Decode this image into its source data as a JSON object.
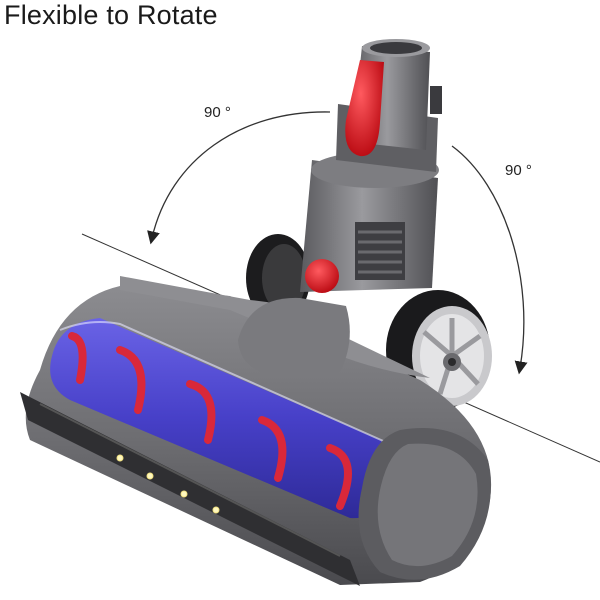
{
  "title": "Flexible to Rotate",
  "angles": {
    "left": "90 °",
    "right": "90 °"
  },
  "colors": {
    "body_gray": "#6f6f72",
    "roller_blue": "#4b46c9",
    "accent_red": "#e0121b",
    "bristle_red": "#d9283a"
  },
  "icons": {
    "left_arrow": "curved-arrow-counterclockwise",
    "right_arrow": "curved-arrow-clockwise"
  }
}
